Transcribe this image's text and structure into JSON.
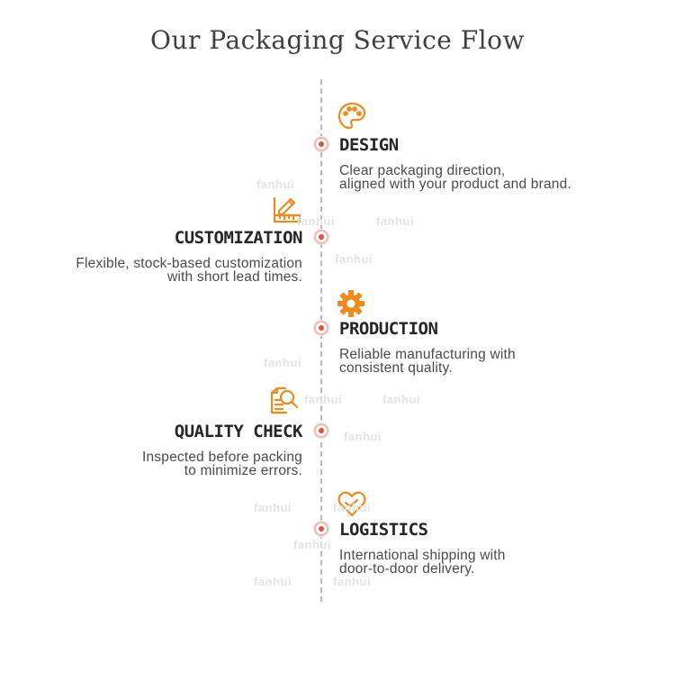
{
  "title": "Our Packaging Service Flow",
  "accent_color": "#f08a1c",
  "dot_color": "#e05243",
  "steps": [
    {
      "title": "DESIGN",
      "desc1": "Clear packaging direction,",
      "desc2": "aligned with your product and brand.",
      "icon": "palette-icon",
      "side": "right"
    },
    {
      "title": "CUSTOMIZATION",
      "desc1": "Flexible, stock-based customization",
      "desc2": "with short lead times.",
      "icon": "ruler-pencil-icon",
      "side": "left"
    },
    {
      "title": "PRODUCTION",
      "desc1": "Reliable manufacturing with",
      "desc2": "consistent quality.",
      "icon": "gear-icon",
      "side": "right"
    },
    {
      "title": "QUALITY CHECK",
      "desc1": "Inspected before packing",
      "desc2": "to minimize errors.",
      "icon": "document-magnifier-icon",
      "side": "left"
    },
    {
      "title": "LOGISTICS",
      "desc1": "International shipping with",
      "desc2": "door-to-door delivery.",
      "icon": "heart-outline-icon",
      "side": "right"
    }
  ],
  "watermark_text": "fanhui"
}
